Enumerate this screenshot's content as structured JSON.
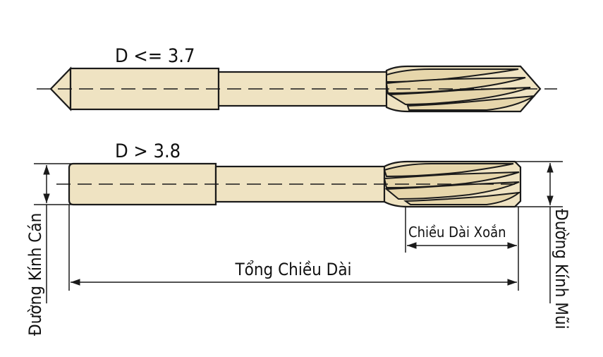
{
  "labels": {
    "top_condition": "D <= 3.7",
    "bottom_condition": "D > 3.8",
    "flute_length": "Chiều Dài Xoắn",
    "overall_length": "Tổng Chiều Dài",
    "shank_diameter": "Đường Kính Cán",
    "tip_diameter": "Đường Kính Mũi"
  },
  "colors": {
    "tool_body": "#efe3c2",
    "flute": "#e6d6ab",
    "outline": "#1a1a1a"
  }
}
